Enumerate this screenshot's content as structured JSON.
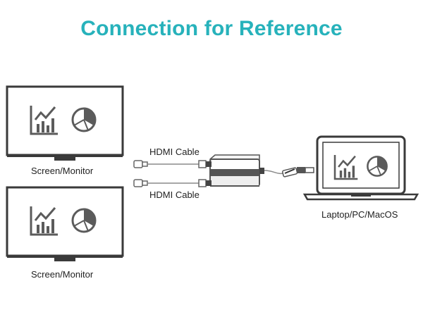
{
  "title": "Connection for Reference",
  "labels": {
    "monitor_top": "Screen/Monitor",
    "monitor_bottom": "Screen/Monitor",
    "cable_top": "HDMI Cable",
    "cable_bottom": "HDMI Cable",
    "laptop": "Laptop/PC/MacOS"
  },
  "icons": {
    "chart": "bar-line-chart-icon",
    "pie": "pie-chart-icon",
    "device": "hdmi-splitter-icon"
  },
  "colors": {
    "title": "#27b2bb",
    "outline": "#3a3a3a",
    "screen_icon": "#5b5b5b",
    "device_body": "#555555",
    "cable": "#8a8a8a"
  }
}
